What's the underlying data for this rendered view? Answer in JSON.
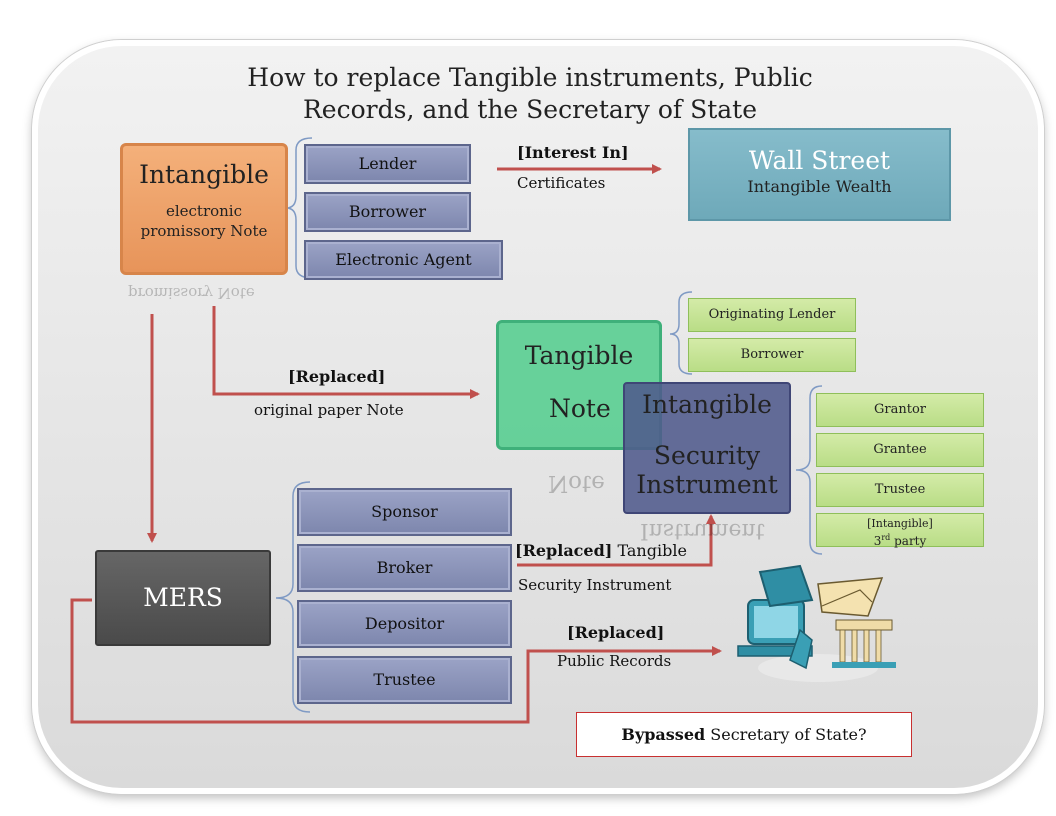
{
  "title": {
    "line1": "How to replace  Tangible instruments,  Public",
    "line2": "Records, and the Secretary of State"
  },
  "intangible_note": {
    "heading": "Intangible",
    "line1": "electronic",
    "line2": "promissory Note",
    "reflection": "promissory Note"
  },
  "note_parties": [
    "Lender",
    "Borrower",
    "Electronic Agent"
  ],
  "interest_arrow": {
    "label_bold": "[Interest In]",
    "label": "Certificates"
  },
  "wall_street": {
    "heading": "Wall Street",
    "sub": "Intangible Wealth"
  },
  "tangible_note": {
    "heading": "Tangible",
    "sub": "Note",
    "reflection": "Note"
  },
  "tangible_parties": [
    "Originating Lender",
    "Borrower"
  ],
  "replaced_note_arrow": {
    "label_bold": "[Replaced]",
    "label": "original paper Note"
  },
  "security_instrument": {
    "heading": "Intangible",
    "line1": "Security",
    "line2": "Instrument",
    "reflection": "Instrument"
  },
  "security_parties": [
    "Grantor",
    "Grantee",
    "Trustee"
  ],
  "security_party_last": {
    "line1": "[Intangible]",
    "line2_pre": "3",
    "line2_sup": "rd",
    "line2_post": " party"
  },
  "mers": {
    "label": "MERS"
  },
  "mers_parties": [
    "Sponsor",
    "Broker",
    "Depositor",
    "Trustee"
  ],
  "replaced_security_arrow": {
    "label_bold": "[Replaced]",
    "label_rest": " Tangible",
    "label2": "Security Instrument"
  },
  "replaced_records_arrow": {
    "label_bold": "[Replaced]",
    "label": "Public Records"
  },
  "bypass": {
    "bold": "Bypassed",
    "rest": " Secretary of State?"
  },
  "colors": {
    "arrow": "#c0504d",
    "orange": "#f4b07a",
    "teal": "#7ab3c3",
    "green": "#50cd8c",
    "navy": "#4f5a8c",
    "mers": "#555555",
    "purple": "#8c94b8",
    "lightgreen": "#c8e59a"
  }
}
